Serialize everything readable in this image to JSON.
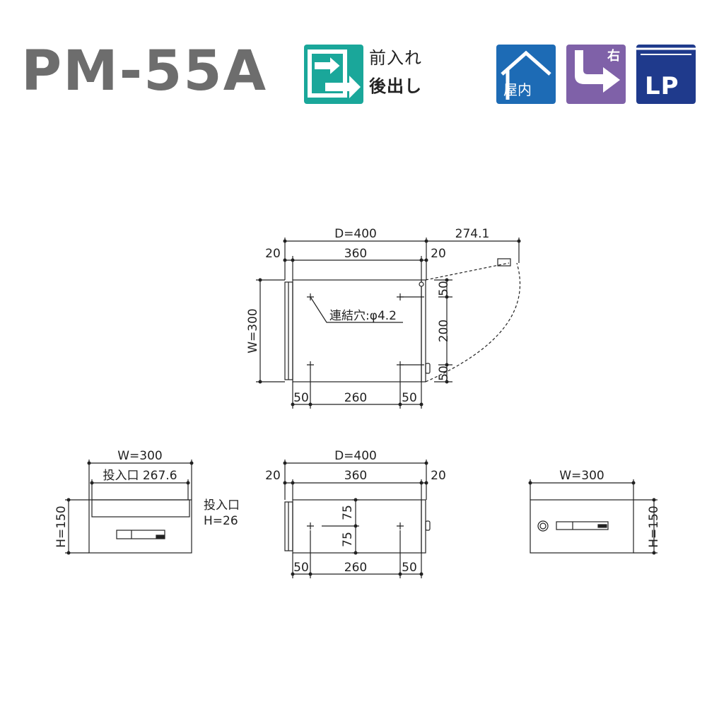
{
  "header": {
    "model": "PM-55A",
    "label_front_in": "前入れ",
    "label_rear_out": "後出し",
    "badge_indoor": "屋内",
    "badge_right": "右",
    "badge_lp": "LP",
    "colors": {
      "door": "#1aa79a",
      "indoor": "#1d6bb5",
      "right": "#7f61a8",
      "lp": "#1f3a8c",
      "model": "#6d6d6d"
    }
  },
  "top_view": {
    "depth": "D=400",
    "door_swing": "274.1",
    "left_margin": "20",
    "inner_depth": "360",
    "right_margin": "20",
    "width": "W=300",
    "hole_label": "連結穴:φ4.2",
    "hole_pitch_v": "200",
    "hole_offset_top": "50",
    "hole_offset_bottom": "50",
    "hole_offset_left": "50",
    "hole_pitch_h": "260",
    "hole_offset_right": "50"
  },
  "front_view": {
    "width": "W=300",
    "slot_width": "投入口 267.6",
    "height": "H=150",
    "slot_label": "投入口",
    "slot_height": "H=26"
  },
  "side_view": {
    "depth": "D=400",
    "left_margin": "20",
    "inner_depth": "360",
    "right_margin": "20",
    "hole_offset_top": "75",
    "hole_offset_bottom": "75",
    "hole_offset_left": "50",
    "hole_pitch_h": "260",
    "hole_offset_right": "50"
  },
  "rear_view": {
    "width": "W=300",
    "height": "H=150"
  }
}
